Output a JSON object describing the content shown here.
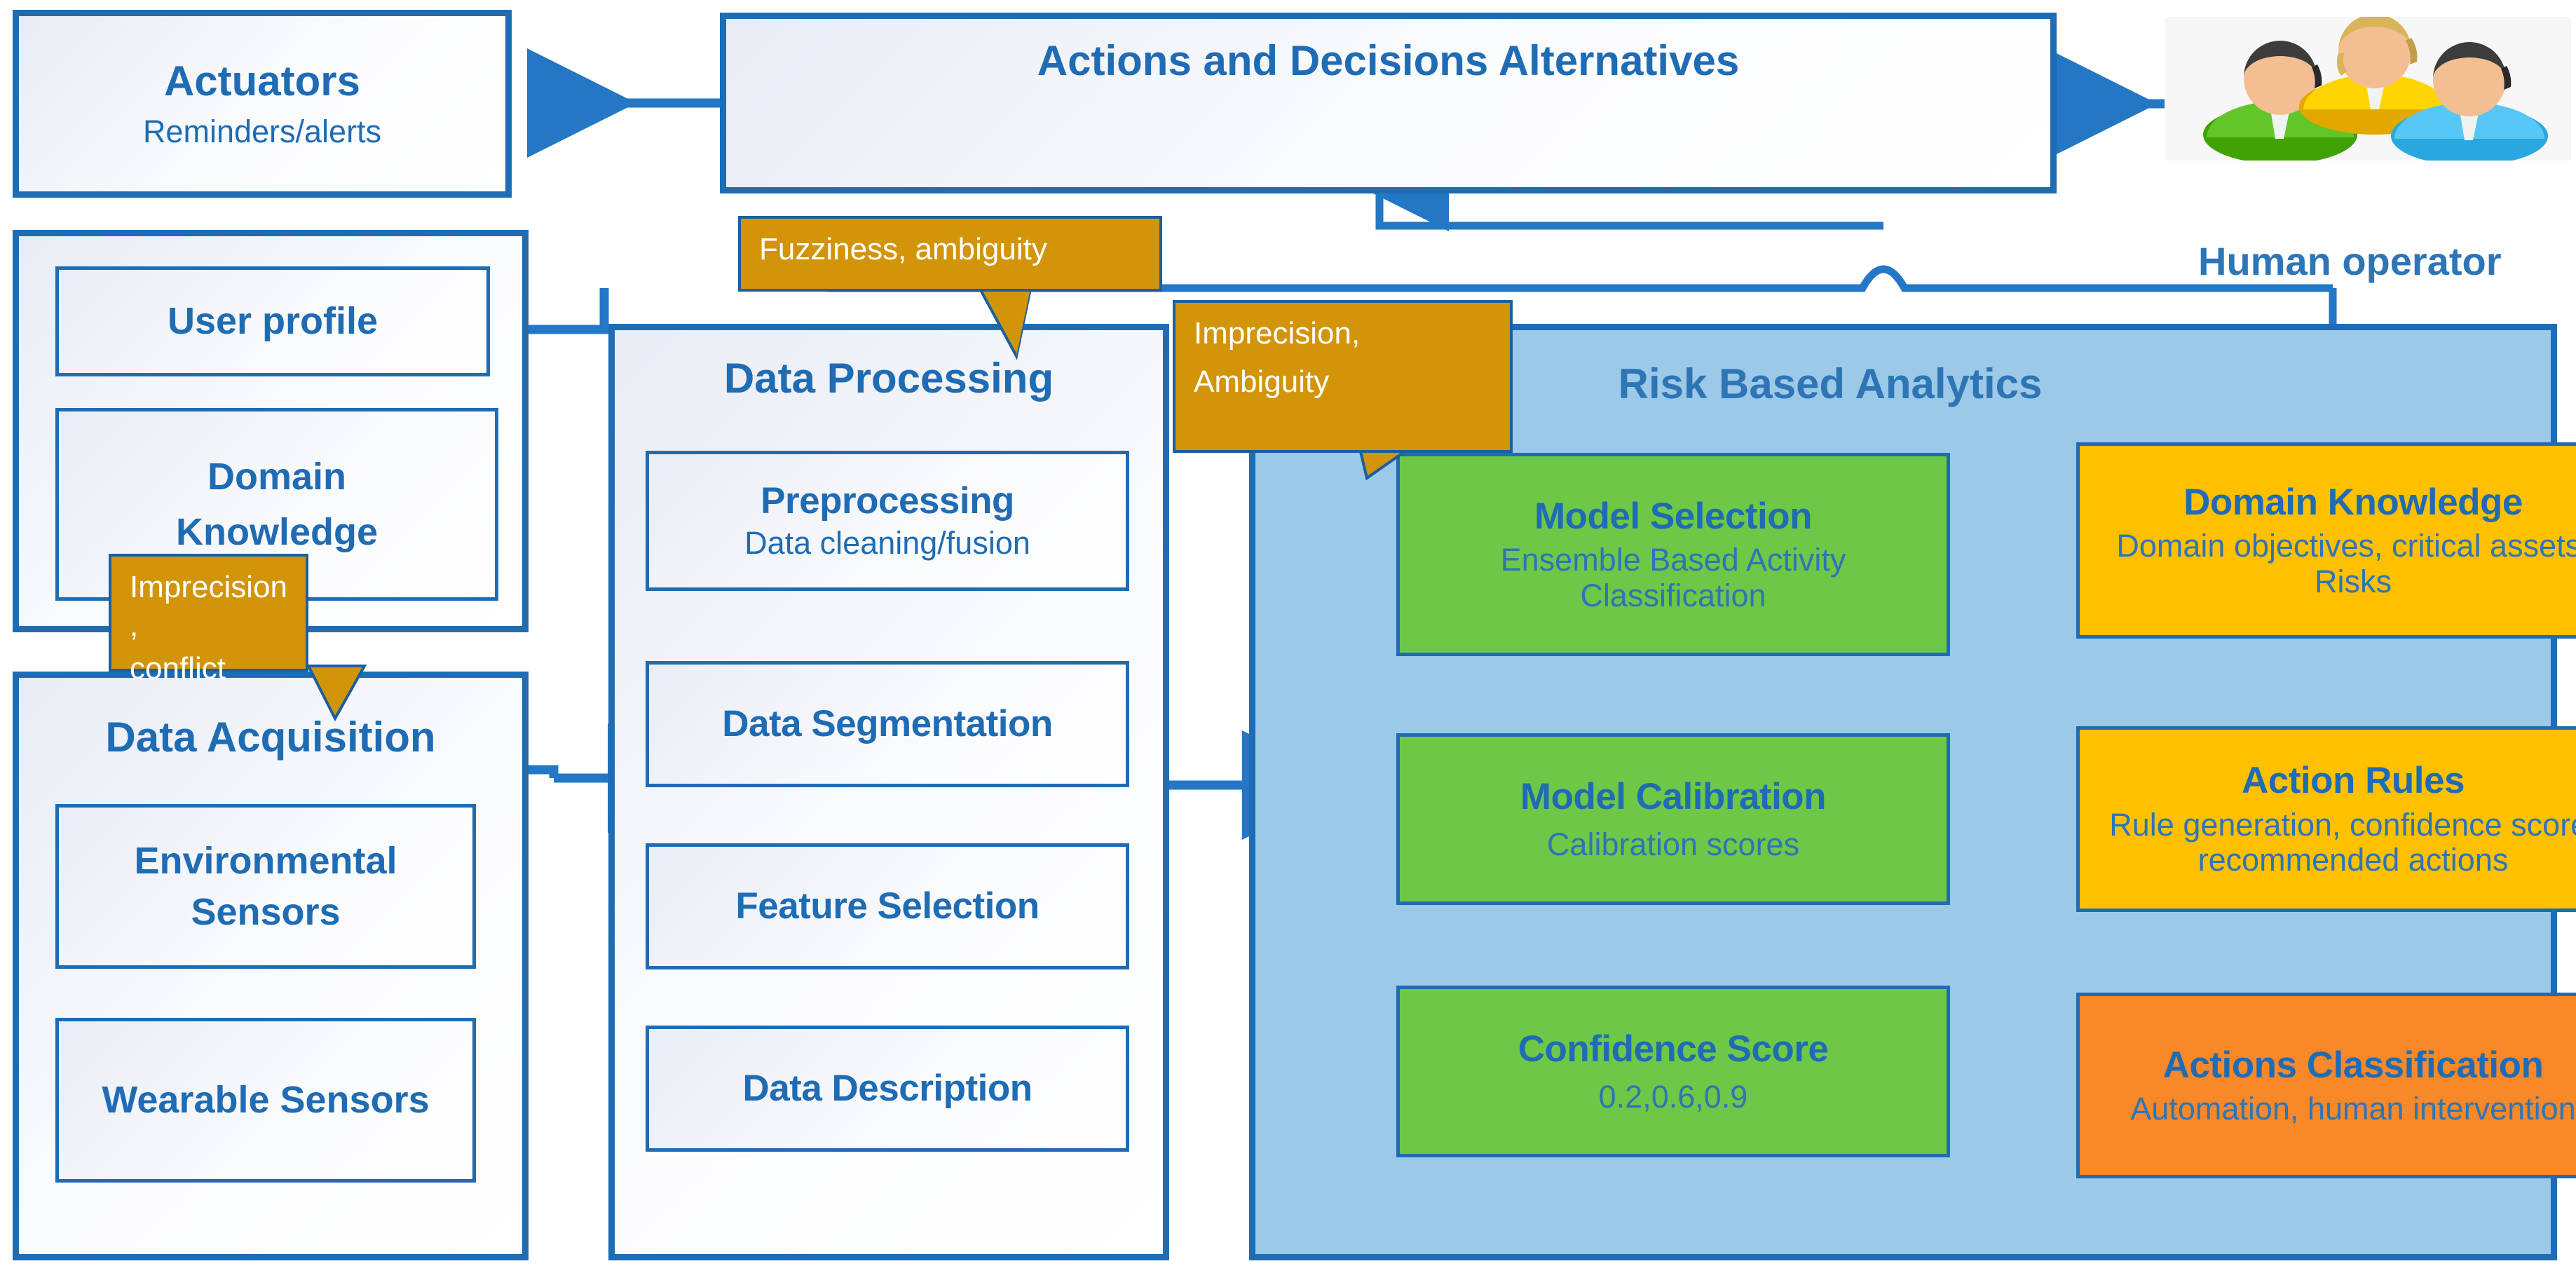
{
  "theme": {
    "line_blue": "#1F6CB4",
    "text_blue": "#2E75B6",
    "callout_gold": "#D2950A",
    "panel_light_blue": "#9CC9E8",
    "green": "#6EC747",
    "yellow": "#FFC000",
    "orange": "#F98828"
  },
  "actuators": {
    "title": "Actuators",
    "subtitle": "Reminders/alerts"
  },
  "actions_alternatives": {
    "title": "Actions and  Decisions Alternatives"
  },
  "human_operator": {
    "label": "Human operator"
  },
  "knowledge_panel": {
    "items": [
      {
        "label": "User profile"
      },
      {
        "label": "Domain",
        "label2": "Knowledge"
      }
    ]
  },
  "data_acquisition": {
    "title": "Data Acquisition",
    "items": [
      {
        "line1": "Environmental",
        "line2": "Sensors"
      },
      {
        "line1": "Wearable Sensors",
        "line2": ""
      }
    ]
  },
  "data_processing": {
    "title": "Data Processing",
    "steps": [
      {
        "title": "Preprocessing",
        "sub": "Data cleaning/fusion"
      },
      {
        "title": "Data Segmentation",
        "sub": ""
      },
      {
        "title": "Feature Selection",
        "sub": ""
      },
      {
        "title": "Data Description",
        "sub": ""
      }
    ]
  },
  "risk_based_analytics": {
    "title": "Risk Based Analytics",
    "left_column": [
      {
        "title": "Model Selection",
        "sub": "Ensemble Based  Activity Classification",
        "color": "green"
      },
      {
        "title": "Model Calibration",
        "sub": "Calibration scores",
        "color": "green"
      },
      {
        "title": "Confidence Score",
        "sub": "0.2,0.6,0.9",
        "color": "green"
      }
    ],
    "right_column": [
      {
        "title": "Domain Knowledge",
        "sub": "Domain objectives, critical assets, Risks",
        "color": "yellow"
      },
      {
        "title": "Action Rules",
        "sub": "Rule generation, confidence score, recommended actions",
        "color": "yellow"
      },
      {
        "title": "Actions Classification",
        "sub": "Automation, human intervention",
        "color": "orange"
      }
    ]
  },
  "callouts": [
    {
      "id": "fuzziness",
      "text": "Fuzziness, ambiguity"
    },
    {
      "id": "imprecision_ambiguity",
      "line1": "Imprecision,",
      "line2": "Ambiguity"
    },
    {
      "id": "imprecision_conflict",
      "line1": "Imprecision ,",
      "line2": "conflict"
    }
  ]
}
